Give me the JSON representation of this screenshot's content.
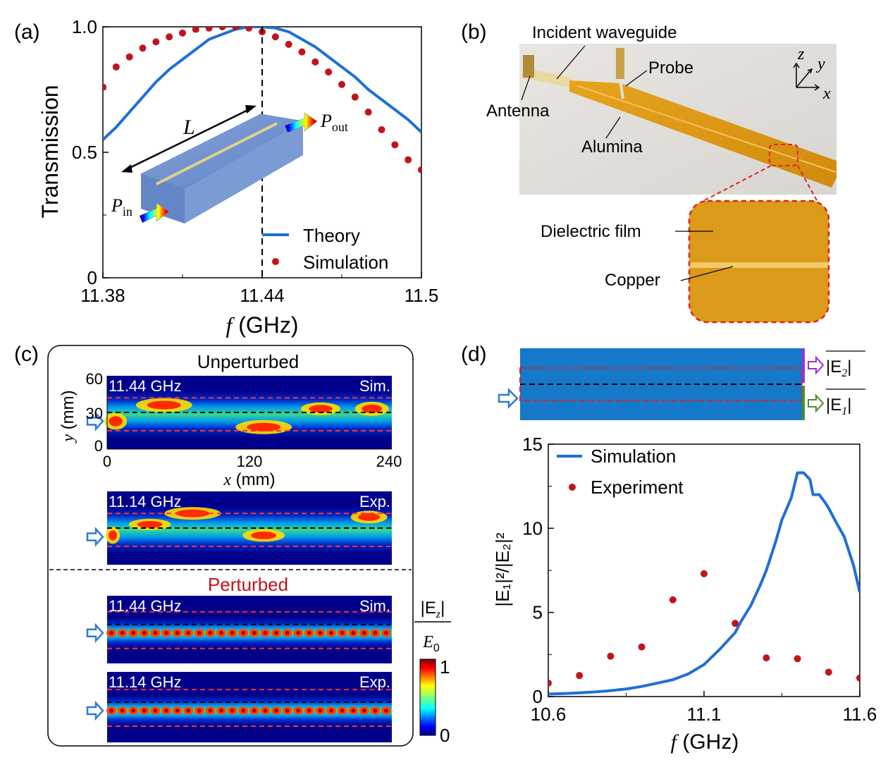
{
  "panels": {
    "a": {
      "label": "(a)",
      "theory_legend": "Theory",
      "simulation_legend": "Simulation",
      "inset_L": "L",
      "inset_pout": "P",
      "inset_pout_sub": "out",
      "inset_pin": "P",
      "inset_pin_sub": "in"
    },
    "b": {
      "label": "(b)",
      "incident_waveguide": "Incident waveguide",
      "probe": "Probe",
      "antenna": "Antenna",
      "alumina": "Alumina",
      "axis_z": "z",
      "axis_y": "y",
      "axis_x": "x",
      "dielectric_film": "Dielectric film",
      "copper": "Copper"
    },
    "c": {
      "label": "(c)",
      "unperturbed": "Unperturbed",
      "perturbed": "Perturbed",
      "y_label": "y",
      "y_unit": "(mm)",
      "x_label": "x",
      "x_unit": "(mm)",
      "y_ticks": [
        "60",
        "30",
        "0"
      ],
      "x_ticks": [
        "0",
        "120",
        "240"
      ],
      "maps": [
        {
          "freq": "11.44 GHz",
          "tag": "Sim."
        },
        {
          "freq": "11.14 GHz",
          "tag": "Exp."
        },
        {
          "freq": "11.44 GHz",
          "tag": "Sim."
        },
        {
          "freq": "11.14 GHz",
          "tag": "Exp."
        }
      ],
      "colorbar_num": "|E",
      "colorbar_num_sub": "z",
      "colorbar_den": "E",
      "colorbar_den_sub": "0",
      "colorbar_max": "1",
      "colorbar_min": "0"
    },
    "d": {
      "label": "(d)",
      "e2_label": "|E",
      "e2_sub": "2",
      "e1_label": "|E",
      "e1_sub": "1",
      "y_axis_label": "|E₁|²/|E₂|²",
      "x_label_var": "f",
      "x_label_unit": "(GHz)",
      "sim_legend": "Simulation",
      "exp_legend": "Experiment"
    }
  },
  "colors": {
    "theory": "#1f6fd6",
    "simulation_dots": "#c0141c",
    "perturbed_title": "#c0141c",
    "e2_marker": "#9b30d9",
    "e1_marker": "#4e8a2e",
    "waveguide_blue": "#1678c8",
    "arrow_blue": "#2d7ad6"
  },
  "chart_data": [
    {
      "id": "a",
      "type": "line",
      "title": "",
      "xlabel": "f (GHz)",
      "ylabel": "Transmission",
      "xlim": [
        11.38,
        11.5
      ],
      "ylim": [
        0,
        1.0
      ],
      "x_ticks": [
        "11.38",
        "11.44",
        "11.5"
      ],
      "y_ticks": [
        "0",
        "0.5",
        "1.0"
      ],
      "vertical_line_x": 11.44,
      "legend_position": "bottom-right",
      "series": [
        {
          "name": "Theory",
          "style": "line",
          "x": [
            11.38,
            11.385,
            11.39,
            11.395,
            11.4,
            11.405,
            11.41,
            11.415,
            11.42,
            11.425,
            11.43,
            11.435,
            11.44,
            11.445,
            11.45,
            11.455,
            11.46,
            11.465,
            11.47,
            11.475,
            11.48,
            11.485,
            11.49,
            11.495,
            11.5
          ],
          "values": [
            0.55,
            0.6,
            0.66,
            0.72,
            0.78,
            0.83,
            0.87,
            0.91,
            0.95,
            0.97,
            0.99,
            1.0,
            1.0,
            0.995,
            0.98,
            0.95,
            0.92,
            0.88,
            0.84,
            0.8,
            0.75,
            0.71,
            0.67,
            0.63,
            0.58
          ]
        },
        {
          "name": "Simulation",
          "style": "dots",
          "x": [
            11.38,
            11.385,
            11.39,
            11.395,
            11.4,
            11.405,
            11.41,
            11.415,
            11.42,
            11.425,
            11.43,
            11.435,
            11.44,
            11.445,
            11.45,
            11.455,
            11.46,
            11.465,
            11.47,
            11.475,
            11.48,
            11.485,
            11.49,
            11.495,
            11.5
          ],
          "values": [
            0.76,
            0.84,
            0.88,
            0.915,
            0.94,
            0.96,
            0.975,
            0.99,
            0.995,
            1.0,
            1.0,
            0.995,
            0.98,
            0.96,
            0.93,
            0.9,
            0.86,
            0.82,
            0.77,
            0.72,
            0.66,
            0.59,
            0.53,
            0.47,
            0.43
          ]
        }
      ]
    },
    {
      "id": "d",
      "type": "line",
      "title": "",
      "xlabel": "f (GHz)",
      "ylabel": "|E₁|²/|E₂|²",
      "xlim": [
        10.6,
        11.6
      ],
      "ylim": [
        0,
        15
      ],
      "x_ticks": [
        "10.6",
        "11.1",
        "11.6"
      ],
      "y_ticks": [
        "0",
        "5",
        "10",
        "15"
      ],
      "legend_position": "top-left",
      "series": [
        {
          "name": "Simulation",
          "style": "line",
          "x": [
            10.6,
            10.65,
            10.7,
            10.75,
            10.8,
            10.85,
            10.9,
            10.95,
            11.0,
            11.05,
            11.1,
            11.15,
            11.2,
            11.22,
            11.25,
            11.28,
            11.3,
            11.33,
            11.35,
            11.38,
            11.4,
            11.42,
            11.44,
            11.45,
            11.47,
            11.49,
            11.5,
            11.52,
            11.55,
            11.58,
            11.6
          ],
          "values": [
            0.15,
            0.18,
            0.22,
            0.28,
            0.35,
            0.45,
            0.6,
            0.8,
            1.0,
            1.35,
            1.9,
            2.8,
            3.8,
            4.5,
            5.4,
            6.6,
            7.5,
            9.2,
            10.5,
            11.8,
            13.3,
            13.3,
            12.9,
            12.0,
            12.0,
            11.5,
            11.2,
            10.5,
            9.5,
            7.8,
            6.2
          ]
        },
        {
          "name": "Experiment",
          "style": "dots",
          "x": [
            10.6,
            10.7,
            10.8,
            10.9,
            11.0,
            11.1,
            11.2,
            11.3,
            11.4,
            11.5,
            11.6
          ],
          "values": [
            0.8,
            1.25,
            2.4,
            2.95,
            5.75,
            7.3,
            4.35,
            2.3,
            2.25,
            1.45,
            1.1
          ]
        }
      ]
    }
  ]
}
